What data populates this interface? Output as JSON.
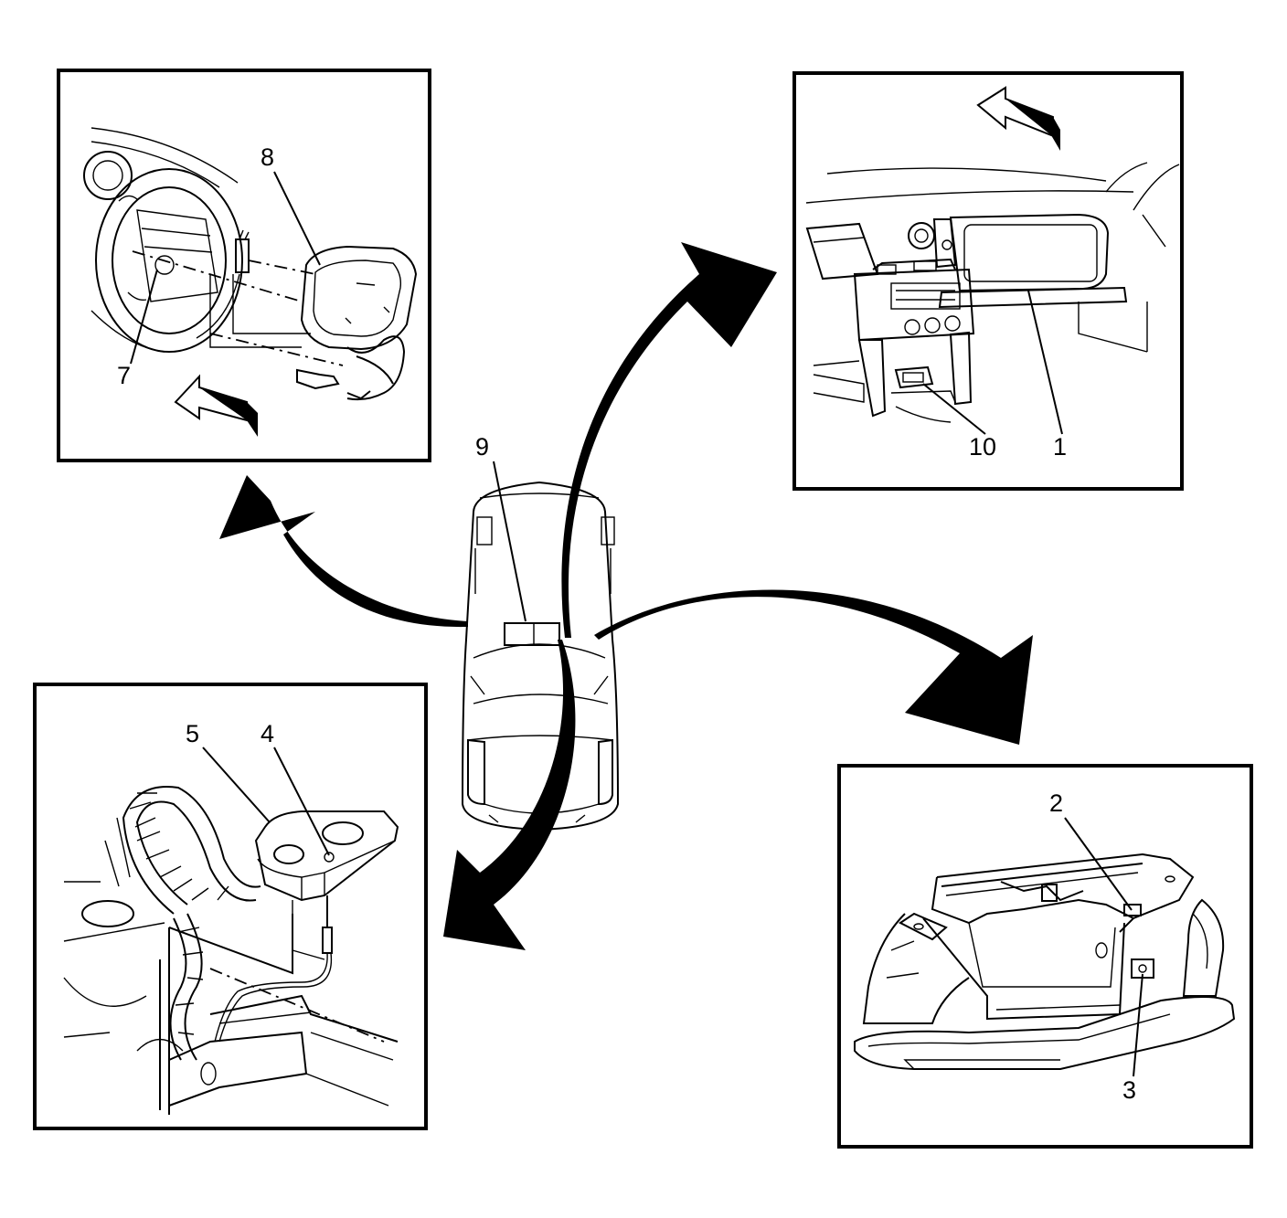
{
  "callouts": {
    "c1": "1",
    "c2": "2",
    "c3": "3",
    "c4": "4",
    "c5": "5",
    "c7": "7",
    "c8": "8",
    "c9": "9",
    "c10": "10"
  },
  "colors": {
    "ink": "#000000",
    "paper": "#ffffff"
  }
}
